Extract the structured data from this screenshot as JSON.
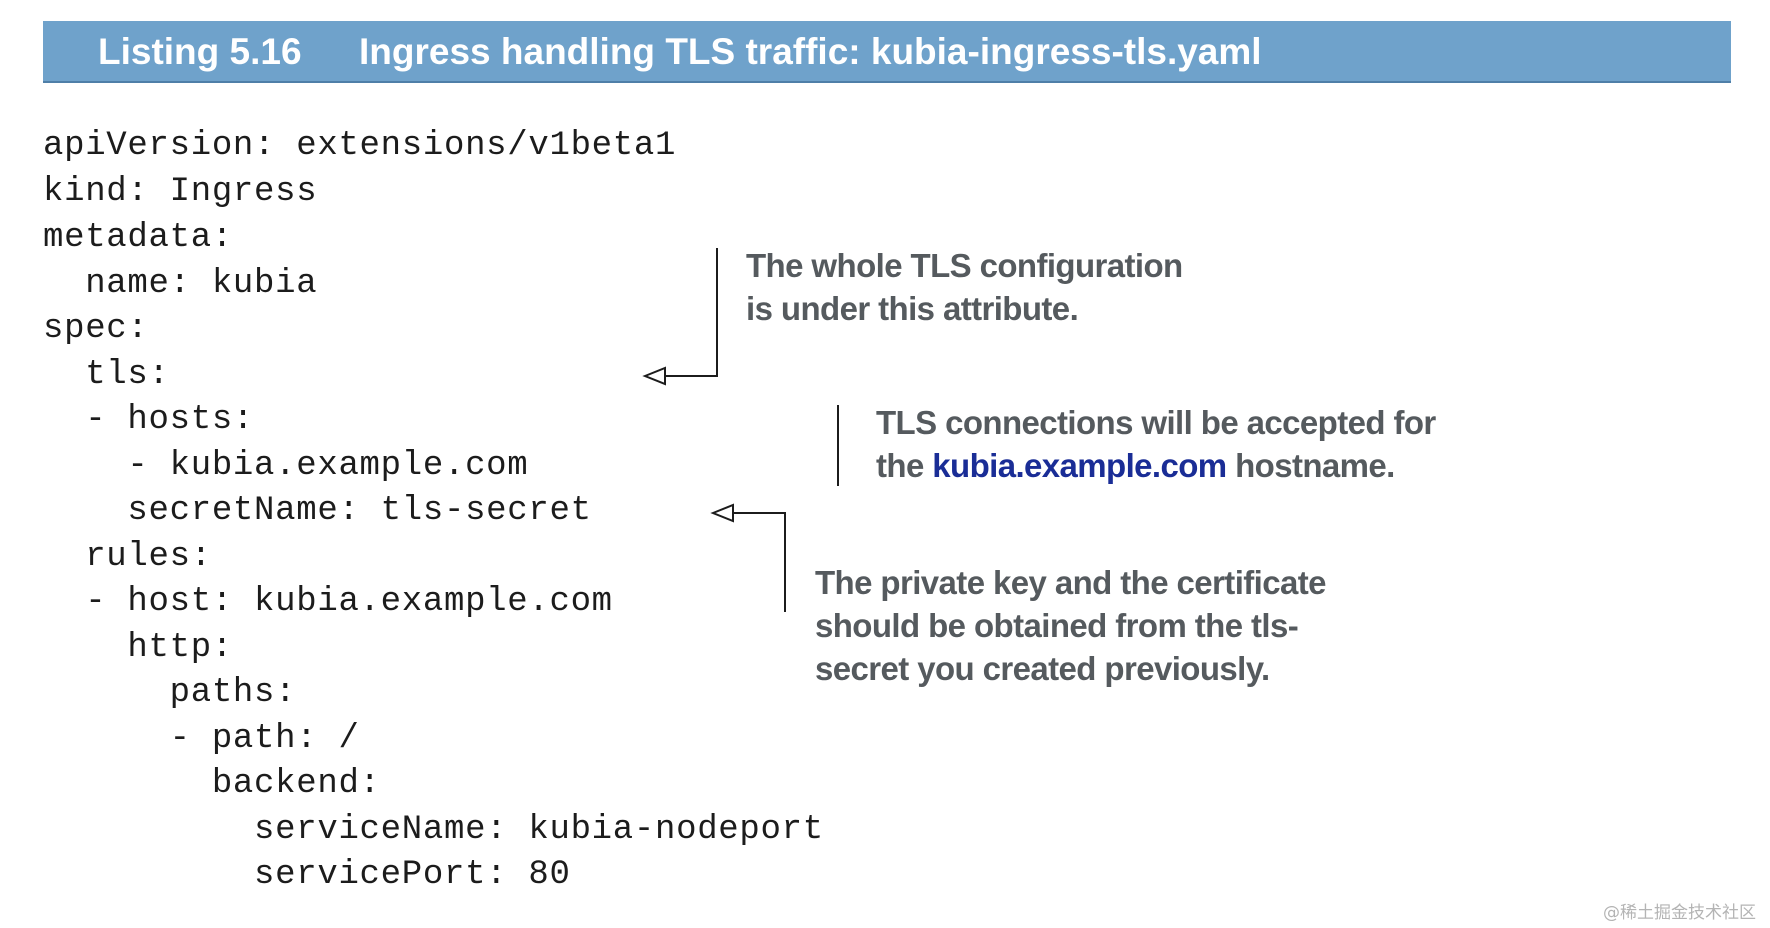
{
  "listing": {
    "number": "Listing 5.16",
    "title": "Ingress handling TLS traffic: kubia-ingress-tls.yaml"
  },
  "code_lines": [
    "apiVersion: extensions/v1beta1",
    "kind: Ingress",
    "metadata:",
    "  name: kubia",
    "spec:",
    "  tls:",
    "  - hosts:",
    "    - kubia.example.com",
    "    secretName: tls-secret",
    "  rules:",
    "  - host: kubia.example.com",
    "    http:",
    "      paths:",
    "      - path: /",
    "        backend:",
    "          serviceName: kubia-nodeport",
    "          servicePort: 80"
  ],
  "annotations": {
    "tls_config": {
      "line1": "The whole TLS configuration",
      "line2": "is under this attribute."
    },
    "tls_hosts": {
      "line1": "TLS connections will be accepted for",
      "line2_before": "the ",
      "line2_host": "kubia.example.com",
      "line2_after": " hostname."
    },
    "secret": {
      "line1": "The private key and the certificate",
      "line2": "should be obtained from the tls-",
      "line3": "secret you created previously."
    }
  },
  "watermark": "@稀土掘金技术社区",
  "colors": {
    "header_bg": "#6fa2cb",
    "header_text": "#ffffff",
    "annotation_text": "#555a5e",
    "highlight_host": "#1a2d96",
    "code_text": "#1c1c1c"
  }
}
